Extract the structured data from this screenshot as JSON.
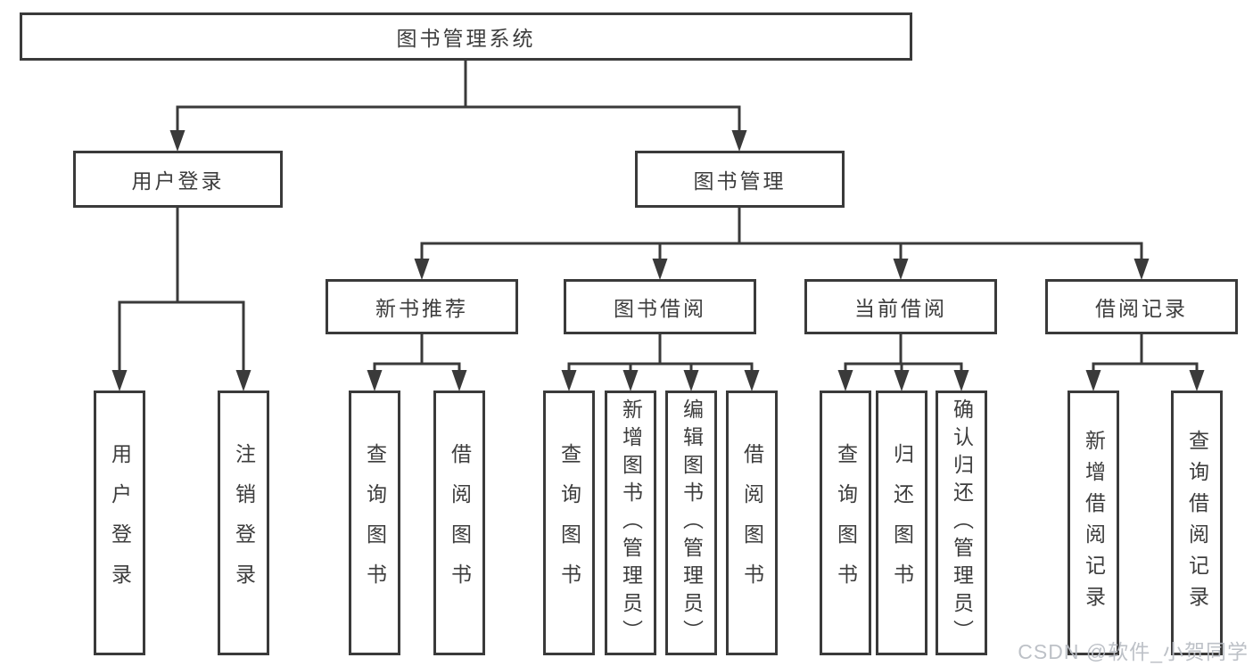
{
  "colors": {
    "background": "#ffffff",
    "line": "#3a3a3a",
    "box_border": "#3a3a3a",
    "text": "#3d3d3d",
    "watermark": "#b8bcc3"
  },
  "watermark": "CSDN @软件_小贺同学",
  "tree": {
    "root": {
      "label": "图书管理系统",
      "children": [
        {
          "label": "用户登录",
          "children": [
            {
              "label": "用户登录"
            },
            {
              "label": "注销登录"
            }
          ]
        },
        {
          "label": "图书管理",
          "children": [
            {
              "label": "新书推荐",
              "children": [
                {
                  "label": "查询图书"
                },
                {
                  "label": "借阅图书"
                }
              ]
            },
            {
              "label": "图书借阅",
              "children": [
                {
                  "label": "查询图书"
                },
                {
                  "label": "新增图书（管理员）"
                },
                {
                  "label": "编辑图书（管理员）"
                },
                {
                  "label": "借阅图书"
                }
              ]
            },
            {
              "label": "当前借阅",
              "children": [
                {
                  "label": "查询图书"
                },
                {
                  "label": "归还图书"
                },
                {
                  "label": "确认归还（管理员）"
                }
              ]
            },
            {
              "label": "借阅记录",
              "children": [
                {
                  "label": "新增借阅记录"
                },
                {
                  "label": "查询借阅记录"
                }
              ]
            }
          ]
        }
      ]
    }
  }
}
